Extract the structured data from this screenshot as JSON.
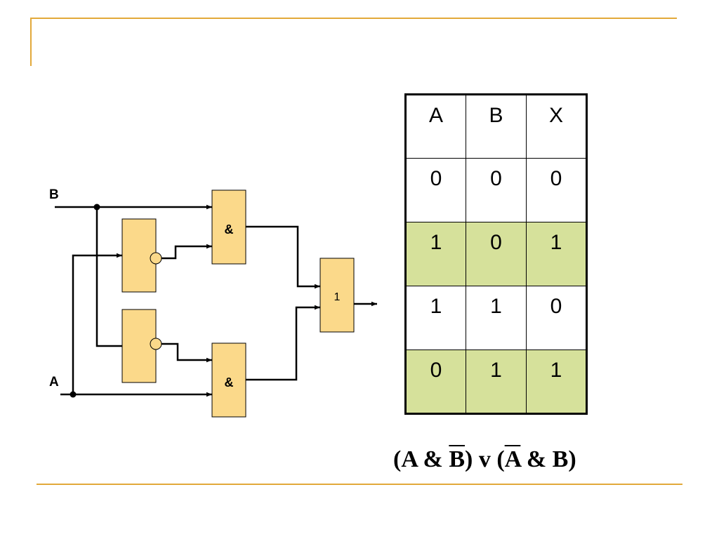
{
  "circuit": {
    "inputs": {
      "b": "B",
      "a": "A"
    },
    "gates": {
      "and_top": "&",
      "and_bottom": "&",
      "or": "1"
    }
  },
  "truth_table": {
    "headers": [
      "A",
      "B",
      "X"
    ],
    "rows": [
      {
        "cells": [
          "0",
          "0",
          "0"
        ],
        "highlight": false
      },
      {
        "cells": [
          "1",
          "0",
          "1"
        ],
        "highlight": true
      },
      {
        "cells": [
          "1",
          "1",
          "0"
        ],
        "highlight": false
      },
      {
        "cells": [
          "0",
          "1",
          "1"
        ],
        "highlight": true
      }
    ],
    "highlight_color": "#d6e19b"
  },
  "formula": {
    "open1": "(A & ",
    "b_bar": "B",
    "mid": ") v (",
    "a_bar": "A",
    "close": " & B)"
  },
  "colors": {
    "accent_line": "#e2a93a",
    "gate_fill": "#fbd98a"
  }
}
